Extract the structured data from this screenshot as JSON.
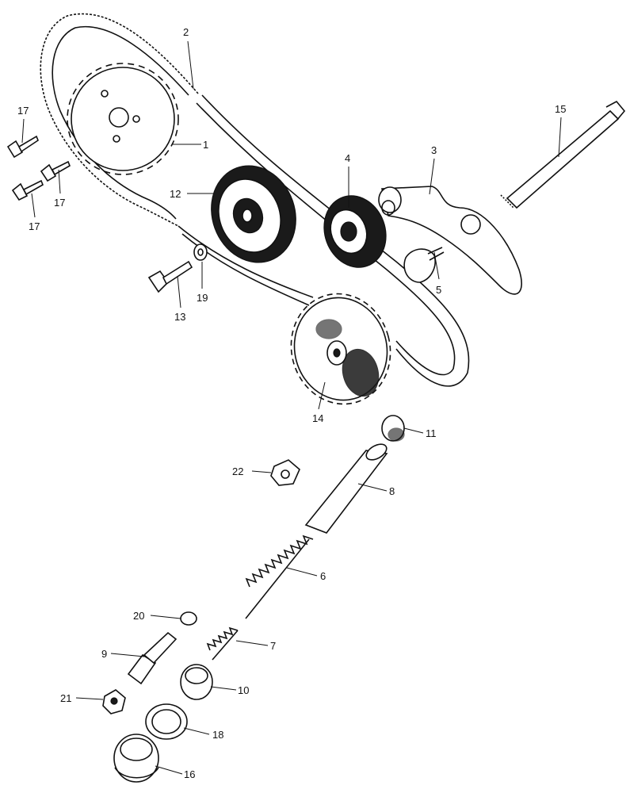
{
  "diagram": {
    "labels": {
      "p1": "1",
      "p2": "2",
      "p3": "3",
      "p4": "4",
      "p5": "5",
      "p6": "6",
      "p7": "7",
      "p8": "8",
      "p9": "9",
      "p10": "10",
      "p11": "11",
      "p12": "12",
      "p13": "13",
      "p14": "14",
      "p15": "15",
      "p16": "16",
      "p17a": "17",
      "p17b": "17",
      "p17c": "17",
      "p18": "18",
      "p19": "19",
      "p20": "20",
      "p21": "21",
      "p22": "22"
    }
  }
}
